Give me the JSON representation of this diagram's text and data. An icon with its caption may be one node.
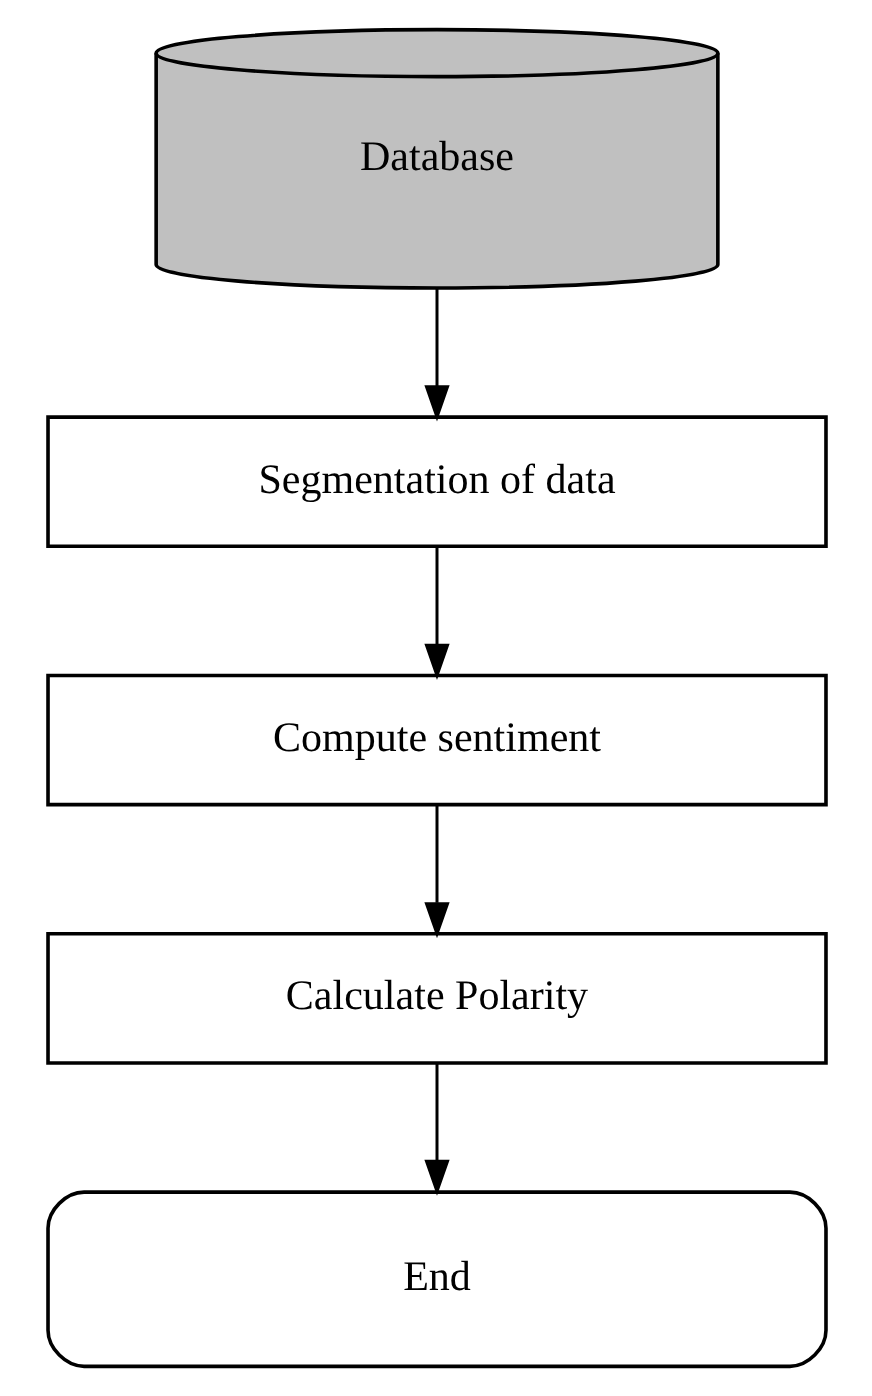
{
  "diagram": {
    "nodes": [
      {
        "text": [
          "Database"
        ]
      },
      {
        "text": [
          "Segmentation of data"
        ]
      },
      {
        "text": [
          "Compute sentiment"
        ]
      },
      {
        "text": [
          "Calculate Polarity"
        ]
      },
      {
        "text": [
          "End"
        ]
      }
    ],
    "edges": [
      {
        "from": 0,
        "to": 1,
        "arrow": "to"
      },
      {
        "from": 1,
        "to": 2,
        "arrow": "to"
      },
      {
        "from": 2,
        "to": 3,
        "arrow": "to"
      },
      {
        "from": 3,
        "to": 4,
        "arrow": "to"
      }
    ]
  }
}
